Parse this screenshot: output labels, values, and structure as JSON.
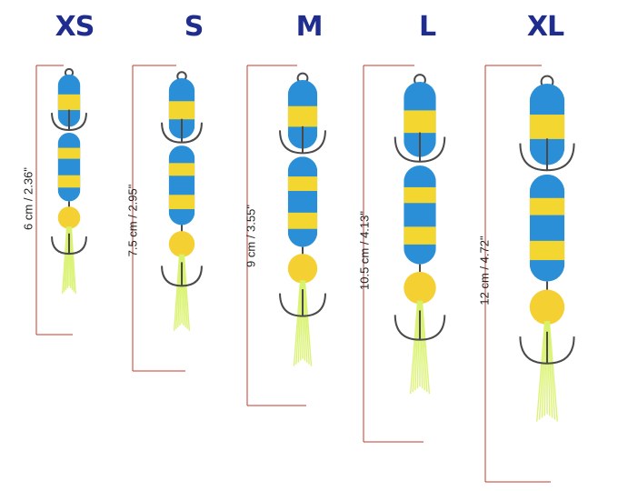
{
  "colors": {
    "label": "#1f2d8f",
    "measure_line": "#c0392b",
    "foam_blue": "#2a8fd6",
    "foam_yellow": "#f3d630",
    "bead": "#f5d033",
    "hook": "#4a4a4a",
    "tail": "#d8f26a"
  },
  "lures": [
    {
      "size": "XS",
      "measure": "6 cm / 2.36\""
    },
    {
      "size": "S",
      "measure": "7.5 cm / 2.95\""
    },
    {
      "size": "M",
      "measure": "9 cm / 3.55\""
    },
    {
      "size": "L",
      "measure": "10.5 cm / 4.13\""
    },
    {
      "size": "XL",
      "measure": "12 cm / 4.72\""
    }
  ]
}
